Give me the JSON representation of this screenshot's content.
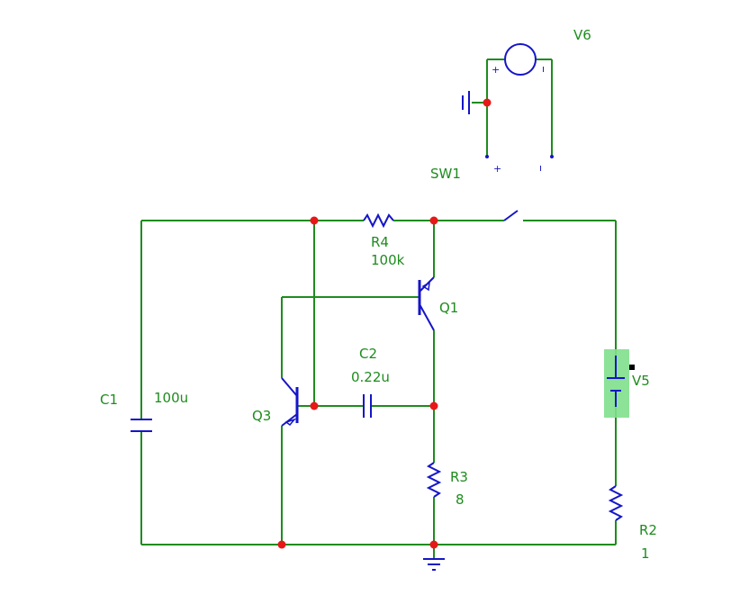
{
  "colors": {
    "wire": "#1e8c1e",
    "component": "#1515c8",
    "label": "#1e8c1e",
    "node": "#e81818",
    "selection": "#7fe08c",
    "background": "#ffffff"
  },
  "labels": {
    "v6": "V6",
    "sw1": "SW1",
    "r4_name": "R4",
    "r4_value": "100k",
    "q1": "Q1",
    "c2_name": "C2",
    "c2_value": "0.22u",
    "c1_name": "C1",
    "c1_value": "100u",
    "q3": "Q3",
    "v5": "V5",
    "r3_name": "R3",
    "r3_value": "8",
    "r2_name": "R2",
    "r2_value": "1"
  },
  "symbols": {
    "plus": "+",
    "minus": "ı"
  },
  "selected_component": "V5"
}
